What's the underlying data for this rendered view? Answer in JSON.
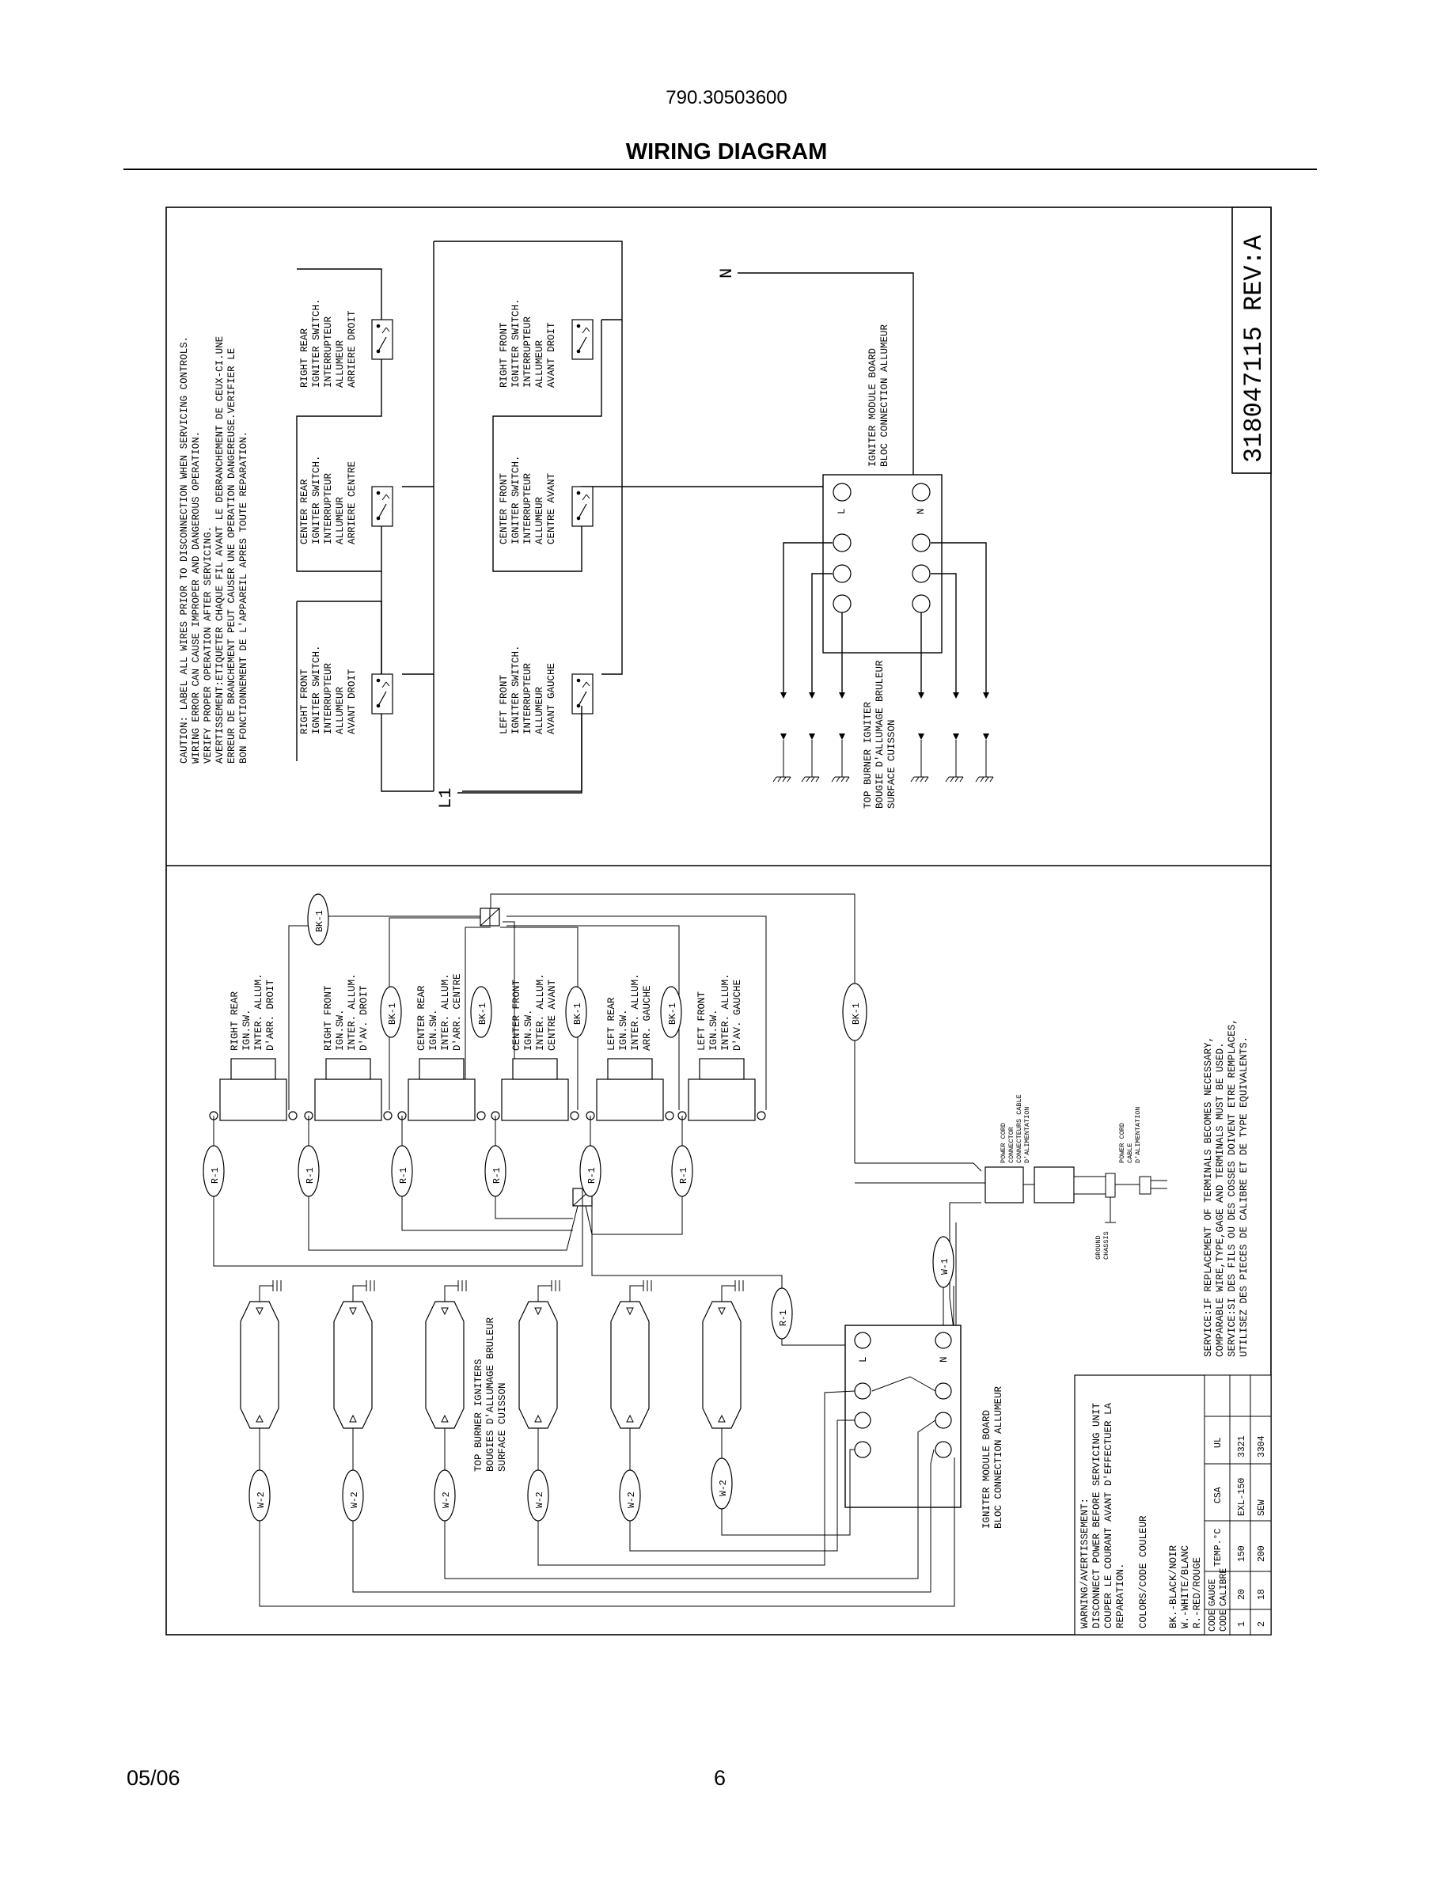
{
  "header": {
    "model_number": "790.30503600",
    "title": "WIRING DIAGRAM"
  },
  "footer": {
    "date": "05/06",
    "page_number": "6"
  },
  "diagram": {
    "part_ref": "318047115 REV:A",
    "caution_lines": [
      "CAUTION: LABEL ALL WIRES PRIOR TO DISCONNECTION WHEN SERVICING CONTROLS.",
      "WIRING ERROR CAN CAUSE IMPROPER AND DANGEROUS OPERATION.",
      "VERIFY PROPER OPERATION AFTER SERVICING.",
      "AVERTISSEMENT:ETIQUETER CHAQUE FIL AVANT LE DEBRANCHEMENT DE CEUX-CI.UNE",
      "ERREUR DE BRANCHEMENT PEUT CAUSER UNE OPERATION DANGEREUSE.VERIFIER LE",
      "BON FONCTIONNEMENT DE L'APPAREIL APRES TOUTE REPARATION."
    ],
    "schematic": {
      "l1_label": "L1",
      "n_label": "N",
      "switches": [
        {
          "lines": [
            "RIGHT REAR",
            "IGNITER SWITCH.",
            "INTERRUPTEUR",
            "ALLUMEUR",
            "ARRIERE DROIT"
          ]
        },
        {
          "lines": [
            "CENTER REAR",
            "IGNITER SWITCH.",
            "INTERRUPTEUR",
            "ALLUMEUR",
            "ARRIERE CENTRE"
          ]
        },
        {
          "lines": [
            "RIGHT FRONT",
            "IGNITER SWITCH.",
            "INTERRUPTEUR",
            "ALLUMEUR",
            "AVANT DROIT"
          ]
        },
        {
          "lines": [
            "RIGHT FRONT",
            "IGNITER SWITCH.",
            "INTERRUPTEUR",
            "ALLUMEUR",
            "AVANT DROIT"
          ]
        },
        {
          "lines": [
            "CENTER FRONT",
            "IGNITER SWITCH.",
            "INTERRUPTEUR",
            "ALLUMEUR",
            "CENTRE AVANT"
          ]
        },
        {
          "lines": [
            "LEFT FRONT",
            "IGNITER SWITCH.",
            "INTERRUPTEUR",
            "ALLUMEUR",
            "AVANT GAUCHE"
          ]
        }
      ],
      "module_lines": [
        "IGNITER MODULE BOARD",
        "BLOC CONNECTION ALLUMEUR"
      ],
      "module_l": "L",
      "module_n": "N",
      "igniter_lines": [
        "TOP BURNER IGNITER",
        "BOUGIE D'ALLUMAGE BRULEUR",
        "SURFACE CUISSON"
      ]
    },
    "pictorial": {
      "switches": [
        {
          "lines": [
            "RIGHT REAR",
            "IGN.SW.",
            "INTER. ALLUM.",
            "D'ARR. DROIT"
          ]
        },
        {
          "lines": [
            "RIGHT FRONT",
            "IGN.SW.",
            "INTER. ALLUM.",
            "D'AV. DROIT"
          ]
        },
        {
          "lines": [
            "CENTER REAR",
            "IGN.SW.",
            "INTER. ALLUM.",
            "D'ARR. CENTRE"
          ]
        },
        {
          "lines": [
            "CENTER FRONT",
            "IGN.SW.",
            "INTER. ALLUM.",
            "CENTRE AVANT"
          ]
        },
        {
          "lines": [
            "LEFT REAR",
            "IGN.SW.",
            "INTER. ALLUM.",
            "ARR. GAUCHE"
          ]
        },
        {
          "lines": [
            "LEFT FRONT",
            "IGN.SW.",
            "INTER. ALLUM.",
            "D'AV. GAUCHE"
          ]
        }
      ],
      "wire_bk1": "BK-1",
      "wire_r1": "R-1",
      "wire_w1": "W-1",
      "wire_w2": "W-2",
      "power_cord_connector": [
        "POWER CORD",
        "CONNECTOR",
        "CONNECTEURS CABLE",
        "D'ALIMENTATION"
      ],
      "power_cord": [
        "POWER CORD",
        "CABLE",
        "D'ALIMENTATION"
      ],
      "ground": [
        "GROUND",
        "CHASSIS"
      ],
      "igniters_lines": [
        "TOP BURNER IGNITERS",
        "BOUGIES D'ALLUMAGE BRULEUR",
        "SURFACE CUISSON"
      ],
      "module_lines": [
        "IGNITER MODULE BOARD",
        "BLOC CONNECTION ALLUMEUR"
      ],
      "module_l": "L",
      "module_n": "N",
      "service_lines": [
        "SERVICE:IF REPLACEMENT OF TERMINALS BECOMES NECESSARY,",
        "COMPARABLE WIRE,TYPE,GAGE AND TERMINALS MUST BE USED.",
        "SERVICE:SI DES FILS OU DES COSSES DOIVENT ETRE REMPLACES,",
        "UTILISEZ DES PIECES DE CALIBRE ET DE TYPE EQUIVALENTS."
      ],
      "warning_lines": [
        "WARNING/AVERTISSEMENT:",
        "DISCONNECT POWER BEFORE SERVICING UNIT",
        "COUPER LE COURANT AVANT D'EFFECTUER LA",
        "REPARATION."
      ],
      "colors_title": "COLORS/CODE COULEUR",
      "colors": [
        "BK.-BLACK/NOIR",
        "W.-WHITE/BLANC",
        "R.-RED/ROUGE"
      ],
      "wire_table": {
        "headers": [
          [
            "CODE",
            "CODE"
          ],
          [
            "GAUGE",
            "CALIBRE"
          ],
          [
            "TEMP.°C"
          ],
          [
            "CSA"
          ],
          [
            "UL"
          ]
        ],
        "rows": [
          [
            "1",
            "20",
            "150",
            "EXL-150",
            "3321"
          ],
          [
            "2",
            "18",
            "200",
            "SEW",
            "3304"
          ]
        ]
      }
    }
  }
}
